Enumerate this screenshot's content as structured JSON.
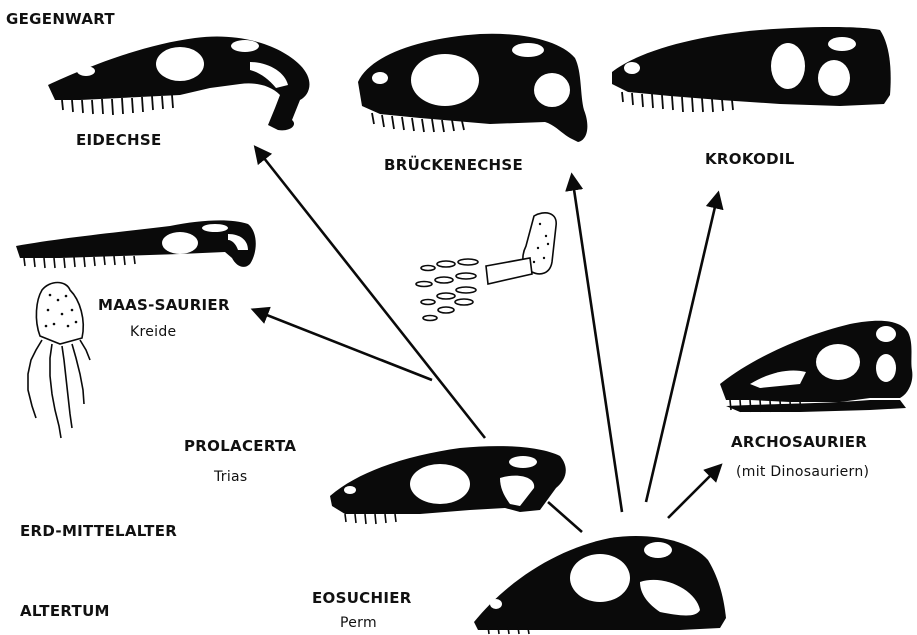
{
  "eras": {
    "present": "GEGENWART",
    "mesozoic": "ERD-MITTELALTER",
    "paleozoic": "ALTERTUM"
  },
  "taxa": {
    "eidechse": "EIDECHSE",
    "brueckenechse": "BRÜCKENECHSE",
    "krokodil": "KROKODIL",
    "maassaurier": "MAAS-SAURIER",
    "maassaurier_period": "Kreide",
    "prolacerta": "PROLACERTA",
    "prolacerta_period": "Trias",
    "archosaurier": "ARCHOSAURIER",
    "archosaurier_note": "(mit Dinosauriern)",
    "eosuchier": "EOSUCHIER",
    "eosuchier_period": "Perm"
  },
  "ink_color": "#0a0a0a"
}
